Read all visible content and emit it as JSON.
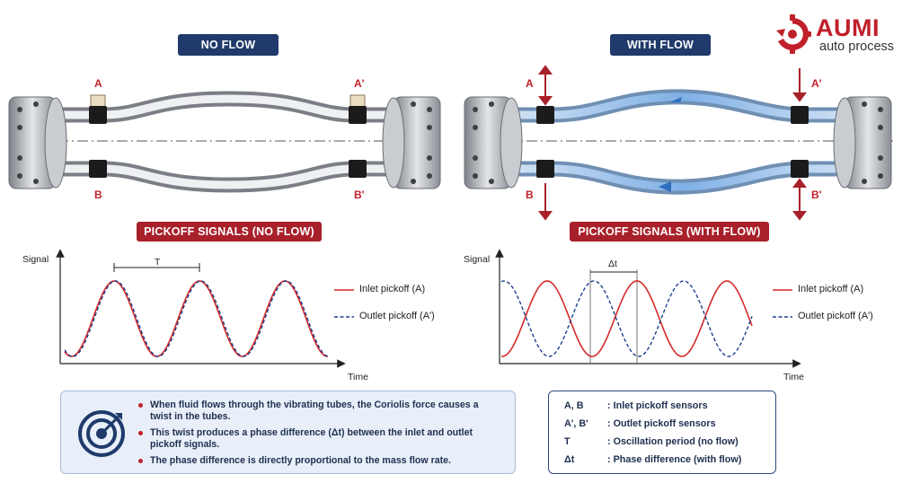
{
  "logo": {
    "brand": "AUMI",
    "sub": "auto process",
    "icon": "gear-arrows-icon"
  },
  "left_panel": {
    "title": "NO FLOW",
    "label_a": "A",
    "label_a2": "A'",
    "label_b": "B",
    "label_b2": "B'",
    "signals_title": "PICKOFF SIGNALS (NO FLOW)",
    "ylabel": "Signal",
    "xlabel": "Time",
    "period_label": "T",
    "legend_inlet": "Inlet pickoff (A)",
    "legend_outlet": "Outlet pickoff (A')"
  },
  "right_panel": {
    "title": "WITH FLOW",
    "label_a": "A",
    "label_a2": "A'",
    "label_b": "B",
    "label_b2": "B'",
    "signals_title": "PICKOFF SIGNALS (WITH FLOW)",
    "ylabel": "Signal",
    "xlabel": "Time",
    "delta_label": "Δt",
    "legend_inlet": "Inlet pickoff (A)",
    "legend_outlet": "Outlet pickoff (A')"
  },
  "notes": {
    "icon": "target-icon",
    "bullets": [
      "When fluid flows through the vibrating tubes, the Coriolis force causes a twist in the tubes.",
      "This twist produces a phase difference (Δt) between the inlet and outlet pickoff signals.",
      "The phase difference is directly proportional to the mass flow rate."
    ]
  },
  "definitions": [
    {
      "term": "A,   B",
      "desc": ": Inlet pickoff sensors"
    },
    {
      "term": "A',  B'",
      "desc": ": Outlet pickoff sensors"
    },
    {
      "term": "T",
      "desc": ": Oscillation period (no flow)"
    },
    {
      "term": "Δt",
      "desc": ": Phase difference (with flow)"
    }
  ],
  "colors": {
    "navy": "#1f3a6b",
    "red": "#c0202a",
    "inlet_line": "#d42a2a",
    "outlet_line": "#1f3f8f",
    "flow_blue": "#3f86d6"
  }
}
